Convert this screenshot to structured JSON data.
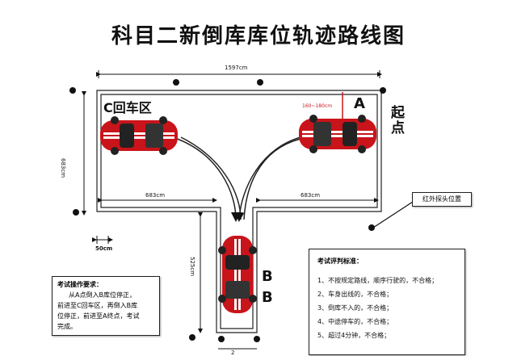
{
  "title": "科目二新倒库库位轨迹路线图",
  "width_label": "1597cm",
  "height_label": "683cm",
  "left_half_label": "683cm",
  "right_half_label": "683cm",
  "gap_label": "50cm",
  "garage_depth_label": "525cm",
  "garage_width_label": "2",
  "zone_c_label": "C回车区",
  "point_a_label": "A",
  "point_b_label": "B",
  "point_b_label_2": "B",
  "start_point_label": "起点",
  "a_range_label": "160~180cm",
  "probe_label": "红外探头位置",
  "instructions": {
    "heading": "考试操作要求：",
    "lines": [
      "从A点倒入B库位停正，",
      "前进至C回车区，再倒入B库",
      "位停正，前进至A终点，考试",
      "完成。"
    ]
  },
  "criteria": {
    "heading": "考试评判标准：",
    "items": [
      "1、不按规定路线，顺序行驶的，不合格；",
      "2、车身出线的，不合格；",
      "3、倒库不入的，不合格；",
      "4、中途停车的，不合格；",
      "5、超过4分钟，不合格；"
    ]
  },
  "colors": {
    "car": "#c8141a",
    "line": "#222222"
  }
}
